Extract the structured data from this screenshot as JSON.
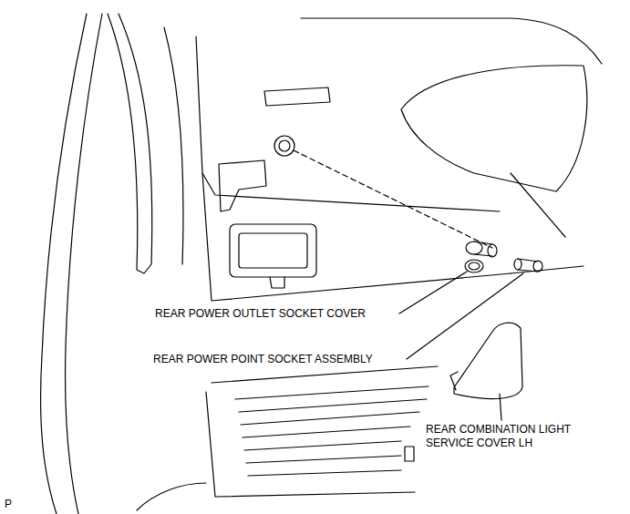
{
  "diagram": {
    "labels": [
      "REAR POWER OUTLET SOCKET COVER",
      "REAR POWER POINT SOCKET ASSEMBLY",
      "REAR COMBINATION LIGHT SERVICE COVER LH",
      "P"
    ]
  }
}
